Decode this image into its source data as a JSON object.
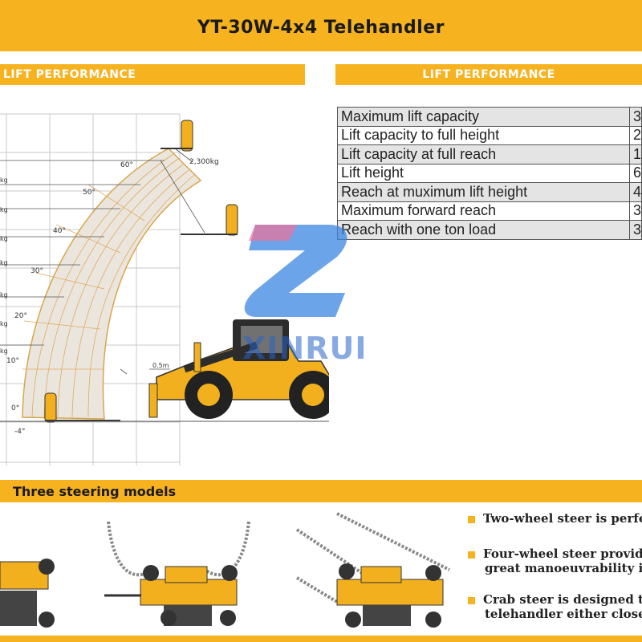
{
  "header": {
    "title": "YT-30W-4x4 Telehandler"
  },
  "sections": {
    "left_title": "LIFT PERFORMANCE",
    "right_title": "LIFT PERFORMANCE",
    "steering_title": "Three steering models"
  },
  "spec_table": {
    "rows": [
      {
        "label": "Maximum lift capacity",
        "value": "3"
      },
      {
        "label": "Lift capacity to full height",
        "value": "2"
      },
      {
        "label": "Lift capacity at full reach",
        "value": "1"
      },
      {
        "label": "Lift height",
        "value": "6"
      },
      {
        "label": "Reach at muximum lift height",
        "value": "4"
      },
      {
        "label": "Maximum forward reach",
        "value": "3"
      },
      {
        "label": "Reach with one ton load",
        "value": "3"
      }
    ]
  },
  "load_chart": {
    "angle_labels": [
      "60°",
      "50°",
      "40°",
      "30°",
      "20°",
      "10°",
      "0°",
      "-4°"
    ],
    "load_label": "2,300kg",
    "dim_label": "0.5m",
    "kg_ticks": [
      "kg",
      "kg",
      "kg",
      "kg",
      "kg",
      "kg",
      "kg"
    ]
  },
  "watermark": {
    "text": "XINRUI"
  },
  "steering": {
    "bullets": [
      {
        "line1": "Two-wheel steer is perfe",
        "line2": ""
      },
      {
        "line1": "Four-wheel steer provide",
        "line2": "great manoeuvrability in"
      },
      {
        "line1": "Crab steer is designed to",
        "line2": "telehandler either close t"
      }
    ]
  },
  "colors": {
    "brand_yellow": "#f6b21f",
    "machine_yellow": "#f2b01e",
    "table_border": "#555555"
  }
}
